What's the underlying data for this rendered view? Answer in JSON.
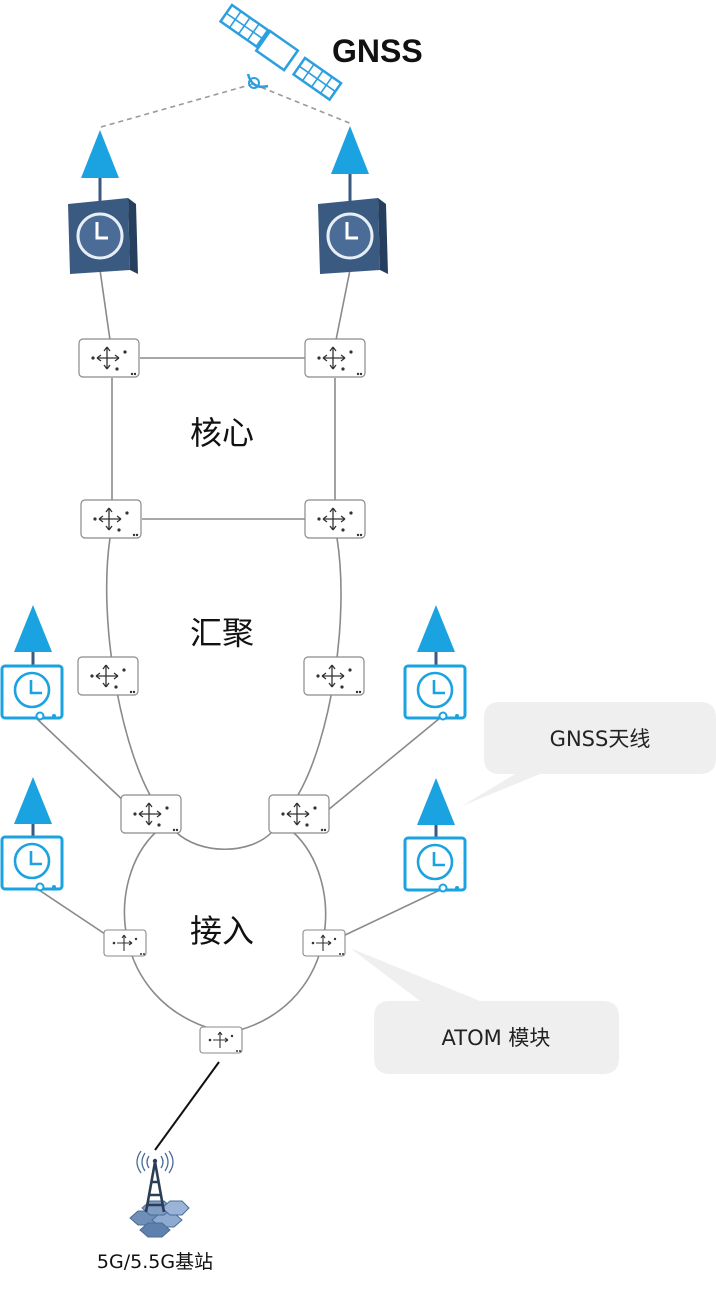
{
  "satellite": {
    "label": "GNSS",
    "icon": "satellite-icon"
  },
  "zones": {
    "core": "核心",
    "aggregation": "汇聚",
    "access": "接入"
  },
  "callouts": {
    "gnss_antenna": "GNSS天线",
    "atom_module": "ATOM 模块"
  },
  "base_station": {
    "label": "5G/5.5G基站",
    "icon": "cell-tower-icon"
  },
  "colors": {
    "antenna_blue": "#1aa3e0",
    "clock_server_dark": "#3a5a82",
    "clock_blue": "#1aa3e0",
    "link_gray": "#8a8a8a",
    "callout_fill": "#efefef",
    "satellite_blue": "#2b9fe0"
  }
}
